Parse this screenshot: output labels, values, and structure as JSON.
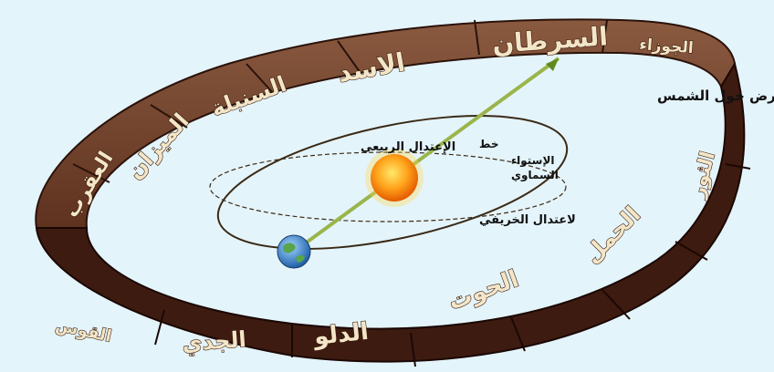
{
  "colors": {
    "background": "#e4f4fb",
    "band_top": "#7a4a33",
    "band_side": "#3a1a10",
    "band_text": "#f3e6c8",
    "orbit": "#3a2a16",
    "axis_line": "#9ab54a",
    "sun": "#ff9a12",
    "earth": "#3a8fd0"
  },
  "zodiac_band": {
    "front_labels": [
      "القوس",
      "الجدي",
      "الدلو",
      "الحوت",
      "الحمل",
      "الثور"
    ],
    "back_labels": [
      "العقرب",
      "الميزان",
      "السنبلة",
      "الاسد",
      "السرطان",
      "الجوزاء"
    ]
  },
  "labels": {
    "earth_orbit": "مسار الأرض حول الشمس",
    "spring_equinox": "الإعتدال الربيعي",
    "equator_line_1": "خط",
    "equator_line_2": "الإستواء",
    "equator_line_3": "السماوي",
    "autumn_equinox": "لاعتدال الخريفي"
  },
  "icons": {
    "sun": "sun-icon",
    "earth": "earth-icon",
    "arrow": "axis-arrow-icon"
  }
}
